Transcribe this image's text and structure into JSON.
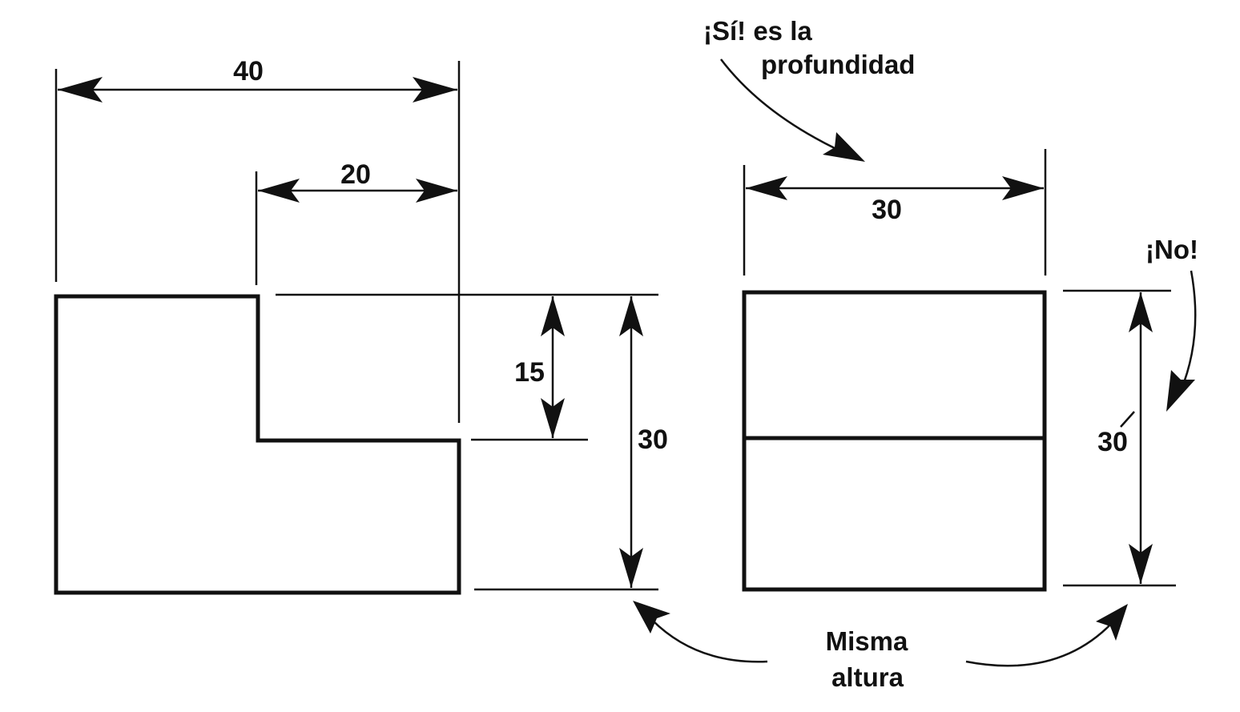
{
  "dimensions": {
    "front_width": "40",
    "front_notch_width": "20",
    "front_notch_height": "15",
    "front_height": "30",
    "side_depth": "30",
    "side_height": "30"
  },
  "notes": {
    "si_line1": "¡Sí! es la",
    "si_line2": "profundidad",
    "no": "¡No!",
    "misma_line1": "Misma",
    "misma_line2": "altura"
  }
}
